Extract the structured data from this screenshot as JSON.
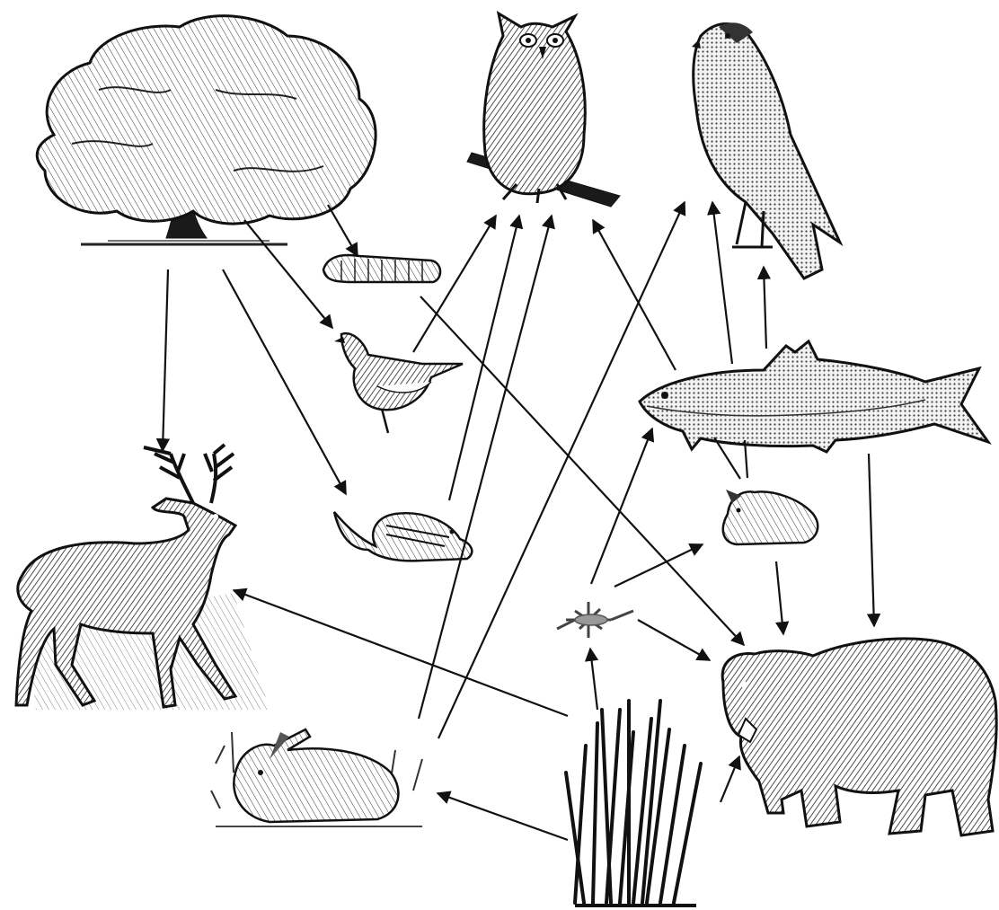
{
  "diagram": {
    "type": "food-web",
    "organisms": [
      {
        "id": "oak-tree",
        "icon": "oak-tree-icon"
      },
      {
        "id": "owl",
        "icon": "owl-icon"
      },
      {
        "id": "hawk",
        "icon": "hawk-icon"
      },
      {
        "id": "caterpillar",
        "icon": "caterpillar-icon"
      },
      {
        "id": "songbird",
        "icon": "songbird-icon"
      },
      {
        "id": "deer",
        "icon": "deer-icon"
      },
      {
        "id": "chipmunk",
        "icon": "chipmunk-icon"
      },
      {
        "id": "fish",
        "icon": "fish-icon"
      },
      {
        "id": "mouse",
        "icon": "mouse-icon"
      },
      {
        "id": "insect",
        "icon": "insect-icon"
      },
      {
        "id": "bear",
        "icon": "bear-icon"
      },
      {
        "id": "rabbit",
        "icon": "rabbit-icon"
      },
      {
        "id": "grass",
        "icon": "grass-icon"
      }
    ],
    "arrows": [
      {
        "from": "oak-tree",
        "to": "deer"
      },
      {
        "from": "oak-tree",
        "to": "caterpillar"
      },
      {
        "from": "oak-tree",
        "to": "songbird"
      },
      {
        "from": "oak-tree",
        "to": "chipmunk"
      },
      {
        "from": "caterpillar",
        "to": "bear"
      },
      {
        "from": "songbird",
        "to": "owl"
      },
      {
        "from": "chipmunk",
        "to": "owl"
      },
      {
        "from": "rabbit",
        "to": "owl"
      },
      {
        "from": "rabbit",
        "to": "hawk"
      },
      {
        "from": "fish",
        "to": "owl"
      },
      {
        "from": "fish",
        "to": "hawk"
      },
      {
        "from": "mouse",
        "to": "hawk"
      },
      {
        "from": "fish",
        "to": "bear"
      },
      {
        "from": "mouse",
        "to": "bear"
      },
      {
        "from": "insect",
        "to": "fish"
      },
      {
        "from": "insect",
        "to": "mouse"
      },
      {
        "from": "insect",
        "to": "bear"
      },
      {
        "from": "grass",
        "to": "insect"
      },
      {
        "from": "grass",
        "to": "deer"
      },
      {
        "from": "grass",
        "to": "rabbit"
      },
      {
        "from": "grass",
        "to": "bear"
      }
    ]
  }
}
